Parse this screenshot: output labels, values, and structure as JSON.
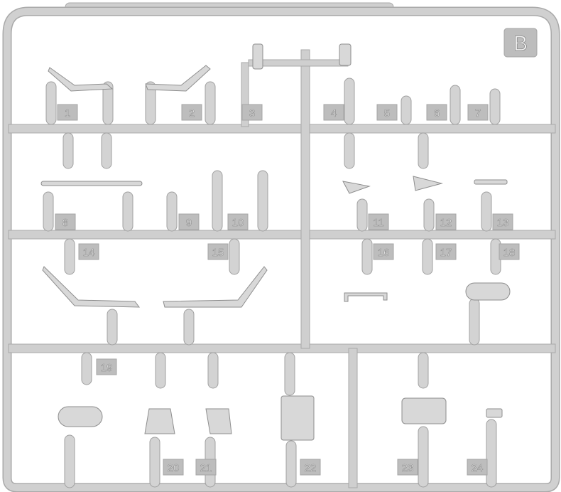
{
  "sprue": {
    "letter": "B",
    "colors": {
      "plastic": "#cfcfcf",
      "background": "#ffffff",
      "tag": "#bdbdbd"
    },
    "part_numbers": [
      "1",
      "2",
      "3",
      "4",
      "5",
      "6",
      "7",
      "8",
      "9",
      "10",
      "11",
      "12",
      "13",
      "14",
      "15",
      "16",
      "17",
      "18",
      "19",
      "20",
      "21",
      "22",
      "23",
      "24"
    ]
  }
}
